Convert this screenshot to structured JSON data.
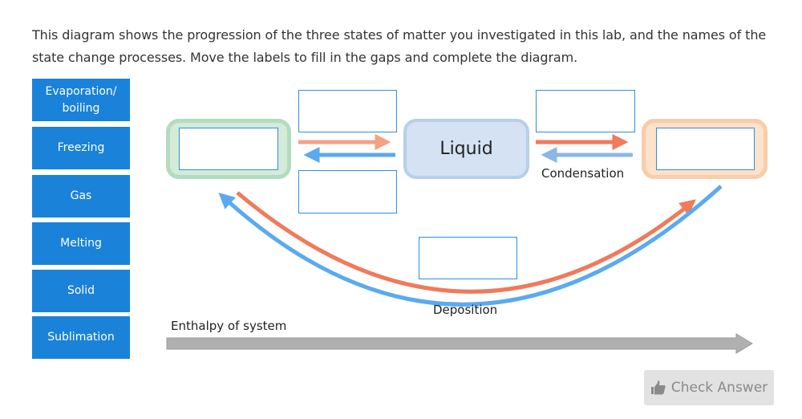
{
  "instructions": "This diagram shows the progression of the three states of matter you investigated in this lab, and the names of the state change processes. Move the labels to fill in the gaps and complete the diagram.",
  "label_bank": [
    {
      "label": "Evaporation/ boiling"
    },
    {
      "label": "Freezing"
    },
    {
      "label": "Gas"
    },
    {
      "label": "Melting"
    },
    {
      "label": "Solid"
    },
    {
      "label": "Sublimation"
    }
  ],
  "states": {
    "left": {
      "label": "",
      "fill": "#d4ebda",
      "border": "#b3dcbf"
    },
    "middle": {
      "label": "Liquid",
      "fill": "#d4e2f3",
      "border": "#b6cfea"
    },
    "right": {
      "label": "",
      "fill": "#fde2cc",
      "border": "#f8cda8"
    }
  },
  "drop_zones": [
    {
      "id": "left-state",
      "value": ""
    },
    {
      "id": "solid-to-liquid",
      "value": ""
    },
    {
      "id": "liquid-to-solid",
      "value": ""
    },
    {
      "id": "liquid-to-gas",
      "value": ""
    },
    {
      "id": "right-state",
      "value": ""
    },
    {
      "id": "solid-to-gas",
      "value": ""
    }
  ],
  "fixed_labels": {
    "condensation": "Condensation",
    "deposition": "Deposition",
    "enthalpy_axis": "Enthalpy of system"
  },
  "colors": {
    "heating_arrow": "#f07a5a",
    "heating_arrow_light": "#f4a184",
    "cooling_arrow": "#5aaaf0",
    "cooling_arrow_light": "#8ab8e6",
    "label_bank_bg": "#1a82d9",
    "axis_arrow": "#b0b0b0"
  },
  "check_button": {
    "label": "Check Answer",
    "icon": "thumbs-up-icon",
    "enabled": false
  }
}
